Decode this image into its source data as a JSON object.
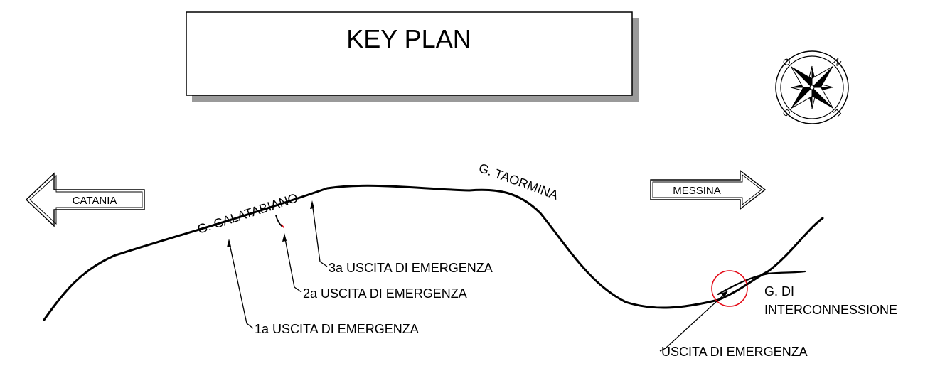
{
  "title": "KEY PLAN",
  "colors": {
    "line": "#000000",
    "shadow": "#9a9a9a",
    "highlight": "#e30613",
    "background": "#ffffff"
  },
  "compass": {
    "icon": "compass-rose-icon",
    "north": "N",
    "south": "S",
    "east": "E",
    "west": "O"
  },
  "directions": {
    "left": {
      "label": "CATANIA",
      "icon": "arrow-left-icon"
    },
    "right": {
      "label": "MESSINA",
      "icon": "arrow-right-icon"
    }
  },
  "galleries": {
    "calatabiano": "G. CALATABIANO",
    "taormina": "G. TAORMINA",
    "interconnessione_line1": "G. DI",
    "interconnessione_line2": "INTERCONNESSIONE"
  },
  "exits": {
    "exit1": "1a USCITA DI EMERGENZA",
    "exit2": "2a USCITA DI EMERGENZA",
    "exit3": "3a USCITA DI EMERGENZA",
    "exit4": "USCITA DI EMERGENZA"
  }
}
